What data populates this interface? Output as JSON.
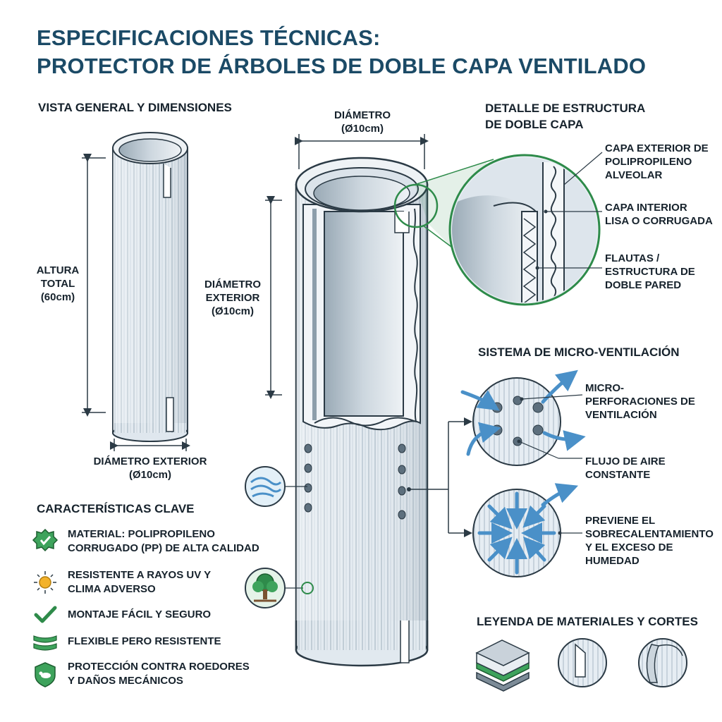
{
  "title": {
    "line1": "ESPECIFICACIONES TÉCNICAS:",
    "line2": "PROTECTOR DE ÁRBOLES DE DOBLE CAPA VENTILADO"
  },
  "overview": {
    "heading": "VISTA GENERAL Y DIMENSIONES",
    "height_label": [
      "ALTURA",
      "TOTAL",
      "(60cm)"
    ],
    "diameter_label": [
      "DIÁMETRO EXTERIOR",
      "(Ø10cm)"
    ]
  },
  "main": {
    "top_diameter": [
      "DIÁMETRO",
      "(Ø10cm)"
    ],
    "side_diameter": [
      "DIÁMETRO",
      "EXTERIOR",
      "(Ø10cm)"
    ]
  },
  "detail": {
    "heading": [
      "DETALLE DE ESTRUCTURA",
      "DE DOBLE CAPA"
    ],
    "labels": [
      [
        "CAPA EXTERIOR DE",
        "POLIPROPILENO",
        "ALVEOLAR"
      ],
      [
        "CAPA INTERIOR",
        "LISA O CORRUGADA"
      ],
      [
        "FLAUTAS /",
        "ESTRUCTURA DE",
        "DOBLE PARED"
      ]
    ]
  },
  "ventilation": {
    "heading": "SISTEMA DE MICRO-VENTILACIÓN",
    "labels": [
      [
        "MICRO-",
        "PERFORACIONES DE",
        "VENTILACIÓN"
      ],
      [
        "FLUJO DE AIRE",
        "CONSTANTE"
      ],
      [
        "PREVIENE EL",
        "SOBRECALENTAMIENTO",
        "Y EL EXCESO DE",
        "HUMEDAD"
      ]
    ]
  },
  "features": {
    "heading": "CARACTERÍSTICAS CLAVE",
    "items": [
      {
        "icon": "quality-badge-icon",
        "lines": [
          "MATERIAL: POLIPROPILENO",
          "CORRUGADO (PP) DE ALTA CALIDAD"
        ]
      },
      {
        "icon": "sun-icon",
        "lines": [
          "RESISTENTE A RAYOS UV Y",
          "CLIMA ADVERSO"
        ]
      },
      {
        "icon": "checkmark-icon",
        "lines": [
          "MONTAJE FÁCIL Y SEGURO"
        ]
      },
      {
        "icon": "flex-icon",
        "lines": [
          "FLEXIBLE PERO RESISTENTE"
        ]
      },
      {
        "icon": "shield-rodent-icon",
        "lines": [
          "PROTECCIÓN CONTRA ROEDORES",
          "Y DAÑOS MECÁNICOS"
        ]
      }
    ]
  },
  "legend": {
    "heading": "LEYENDA DE MATERIALES Y CORTES"
  },
  "colors": {
    "title": "#1b4a66",
    "accent_green": "#2e8b4a",
    "accent_blue": "#4a90c8",
    "tube_fill": "#e4ebf1",
    "tube_line": "#2b3a45"
  }
}
